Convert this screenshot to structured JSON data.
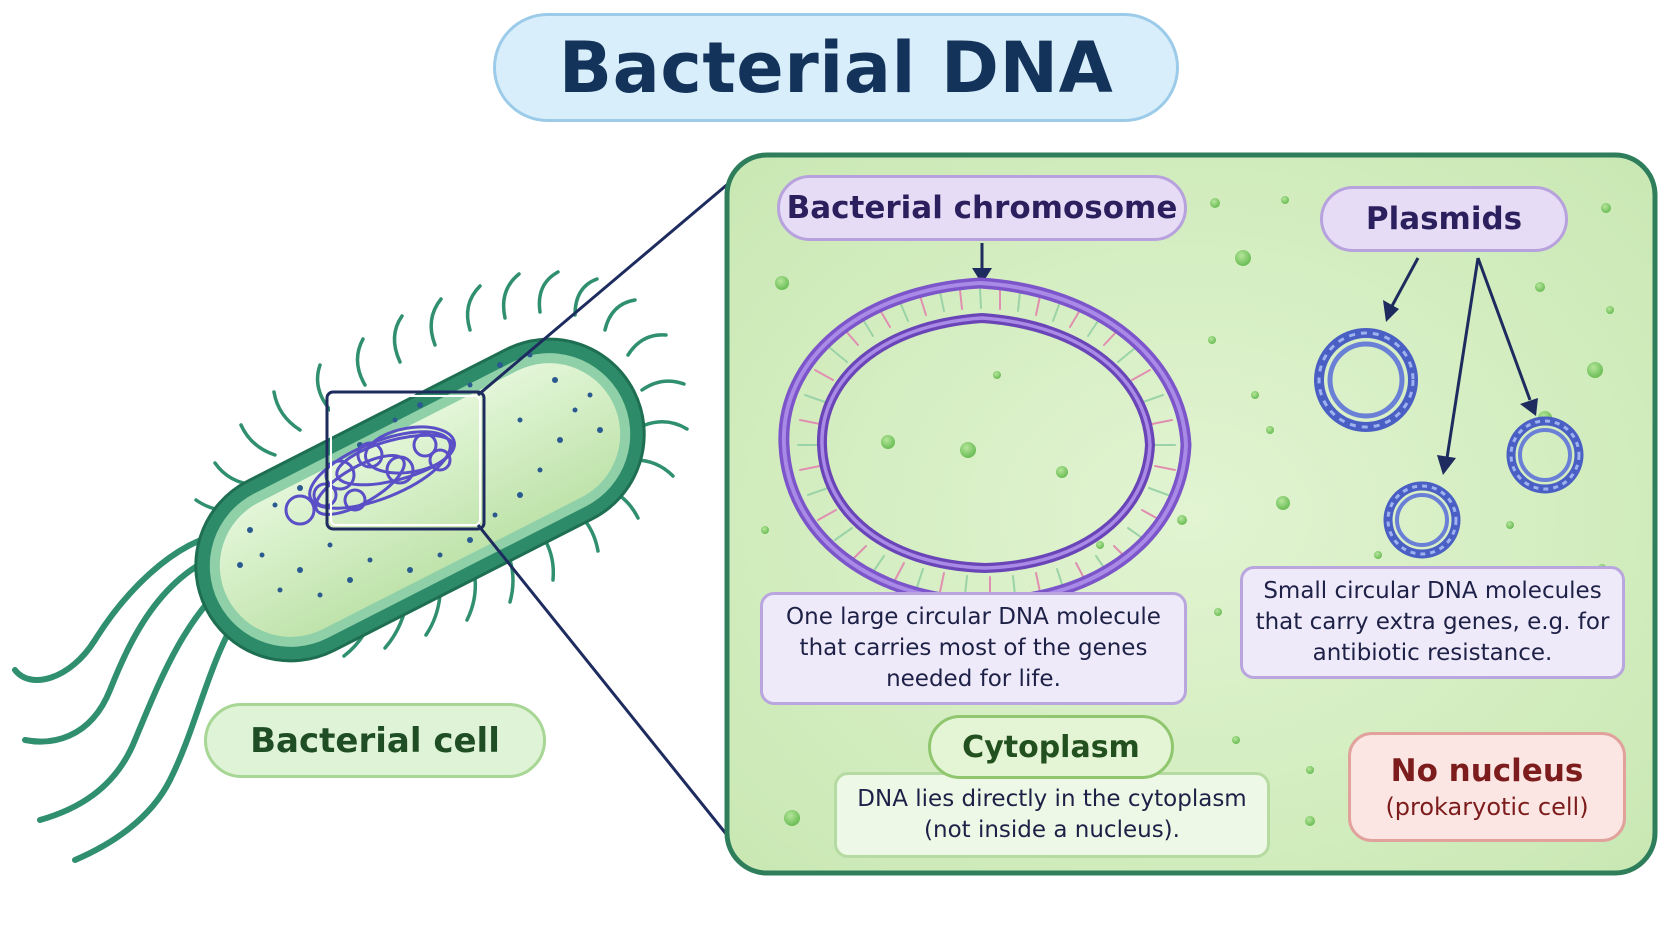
{
  "title": "Bacterial DNA",
  "cell_label": "Bacterial cell",
  "chromosome": {
    "label": "Bacterial chromosome",
    "description": [
      "One large circular DNA molecule",
      "that carries most of the genes",
      "needed for life."
    ]
  },
  "plasmids": {
    "label": "Plasmids",
    "description": [
      "Small circular DNA molecules",
      "that carry extra genes, e.g. for",
      "antibiotic resistance."
    ]
  },
  "cytoplasm": {
    "label": "Cytoplasm",
    "description": [
      "DNA lies directly in the cytoplasm",
      "(not inside a nucleus)."
    ]
  },
  "nucleus": {
    "title": "No nucleus",
    "subtitle": "(prokaryotic cell)"
  },
  "colors": {
    "cell_wall": "#2e8b6a",
    "cytoplasm_fill": "#cfeab9",
    "panel_border": "#2e7d5b",
    "dna_purple": "#7b55c9",
    "title_text": "#14335a"
  }
}
